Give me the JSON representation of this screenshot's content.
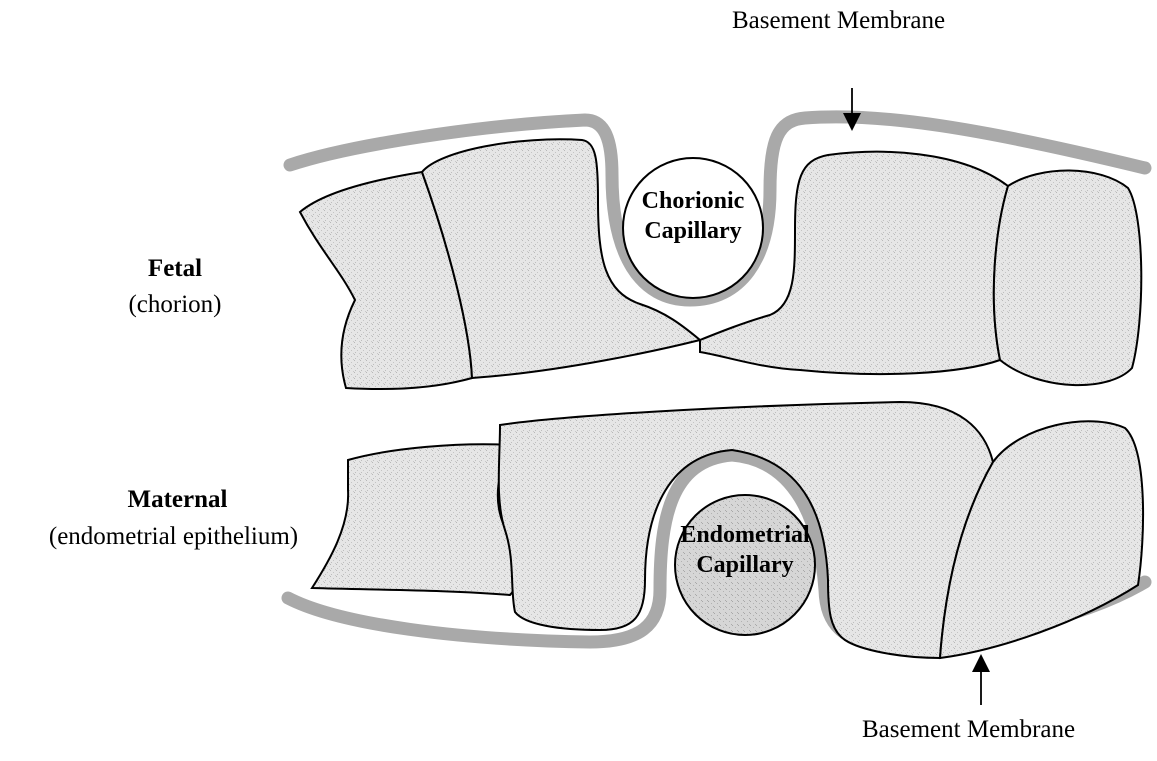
{
  "labels": {
    "top_basement": "Basement Membrane",
    "bottom_basement": "Basement Membrane",
    "fetal_title": "Fetal",
    "fetal_sub": "(chorion)",
    "maternal_title": "Maternal",
    "maternal_sub": "(endometrial epithelium)",
    "chorionic_line1": "Chorionic",
    "chorionic_line2": "Capillary",
    "endometrial_line1": "Endometrial",
    "endometrial_line2": "Capillary"
  },
  "colors": {
    "cell_fill": "#e4e4e4",
    "membrane": "#a9a9a9",
    "outline": "#000000",
    "capillary_top_fill": "#ffffff",
    "capillary_bottom_fill": "#d9d9d9"
  }
}
